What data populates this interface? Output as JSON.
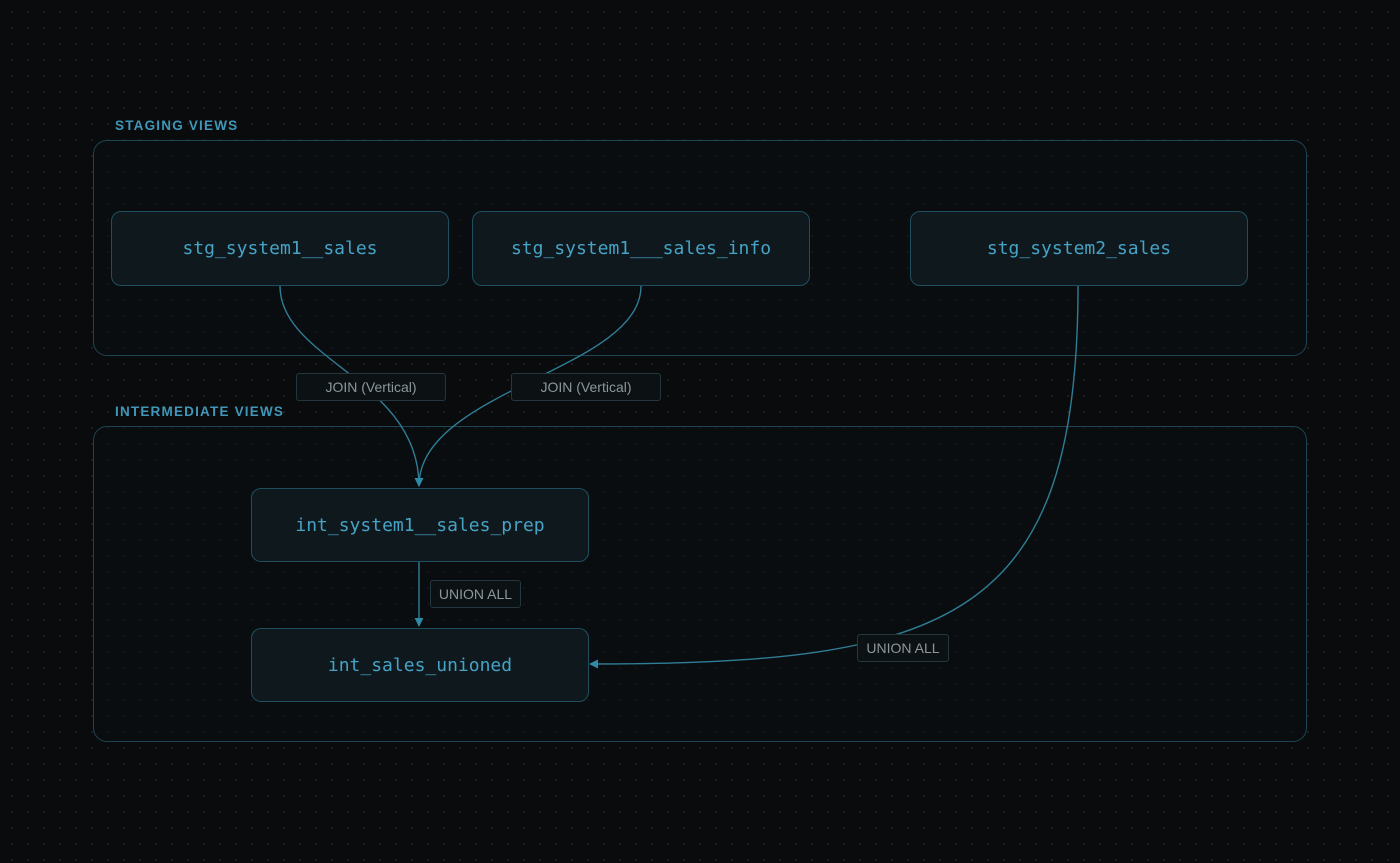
{
  "groups": {
    "staging": {
      "label": "STAGING VIEWS"
    },
    "intermediate": {
      "label": "INTERMEDIATE VIEWS"
    }
  },
  "nodes": {
    "stg_system1_sales": "stg_system1__sales",
    "stg_system1_sales_info": "stg_system1___sales_info",
    "stg_system2_sales": "stg_system2_sales",
    "int_system1_sales_prep": "int_system1__sales_prep",
    "int_sales_unioned": "int_sales_unioned"
  },
  "edges": {
    "join_left": "JOIN (Vertical)",
    "join_right": "JOIN (Vertical)",
    "union_prep": "UNION ALL",
    "union_system2": "UNION ALL"
  },
  "colors": {
    "edge": "#2f7d97",
    "node_text": "#46a3c6",
    "group_label": "#3f97b9"
  }
}
